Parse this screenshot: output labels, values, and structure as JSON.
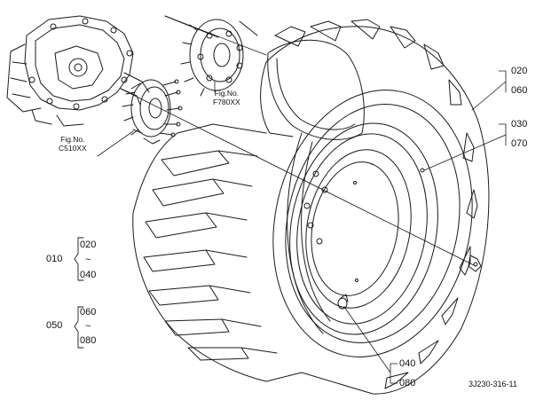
{
  "references": {
    "hub_upper": {
      "label": "Fig.No.",
      "code": "F780XX"
    },
    "hub_lower": {
      "label": "Fig.No.",
      "code": "C510XX"
    }
  },
  "callouts": {
    "tire_a": "020",
    "tire_b": "060",
    "tube_a": "030",
    "tube_b": "070",
    "valve_a": "040",
    "valve_b": "080"
  },
  "assemblies": [
    {
      "number": "010",
      "from": "020",
      "tilde": "~",
      "to": "040"
    },
    {
      "number": "050",
      "from": "060",
      "tilde": "~",
      "to": "080"
    }
  ],
  "drawing_code": "3J230-316-11",
  "colors": {
    "line": "#1a1a1a",
    "background": "#ffffff"
  }
}
